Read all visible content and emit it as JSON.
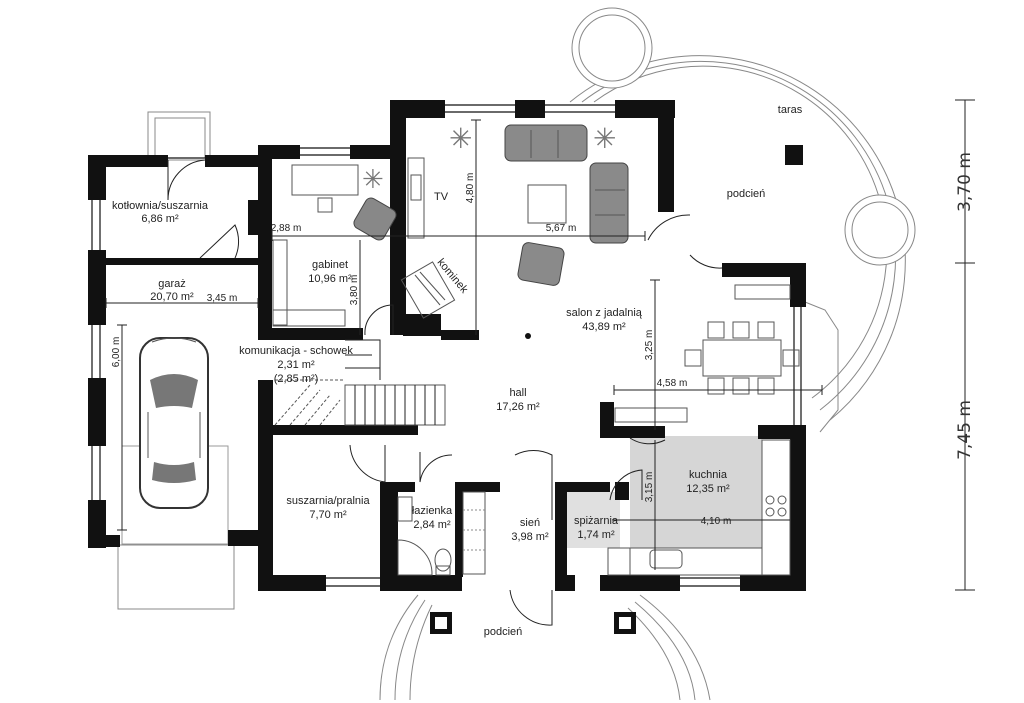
{
  "rooms": {
    "kotlownia": {
      "name": "kotłownia/suszarnia",
      "area": "6,86 m²"
    },
    "garaz": {
      "name": "garaż",
      "area": "20,70 m²"
    },
    "gabinet": {
      "name": "gabinet",
      "area": "10,96 m²"
    },
    "komunikacja": {
      "name": "komunikacja - schowek",
      "area1": "2,31 m²",
      "area2": "(2,85 m²)"
    },
    "hall": {
      "name": "hall",
      "area": "17,26 m²"
    },
    "salon": {
      "name": "salon z jadalnią",
      "area": "43,89 m²"
    },
    "kuchnia": {
      "name": "kuchnia",
      "area": "12,35 m²"
    },
    "suszarnia": {
      "name": "suszarnia/pralnia",
      "area": "7,70 m²"
    },
    "lazienka": {
      "name": "łazienka",
      "area": "2,84 m²"
    },
    "sien": {
      "name": "sień",
      "area": "3,98 m²"
    },
    "spizarnia": {
      "name": "spiżarnia",
      "area": "1,74 m²"
    }
  },
  "labels": {
    "taras": "taras",
    "podcien_top": "podcień",
    "podcien_bottom": "podcień",
    "tv": "TV",
    "kominek": "kominek"
  },
  "dimensions": {
    "garage_width": "3,45 m",
    "garage_length": "6,00 m",
    "gabinet_width": "2,88 m",
    "gabinet_height": "3,80 m",
    "living_depth": "4,80 m",
    "living_width": "5,67 m",
    "dining_depth": "3,25 m",
    "dining_width": "4,58 m",
    "kitchen_depth": "3,15 m",
    "kitchen_width": "4,10 m"
  },
  "overall_dimensions": {
    "upper": "3,70 m",
    "lower": "7,45 m"
  }
}
